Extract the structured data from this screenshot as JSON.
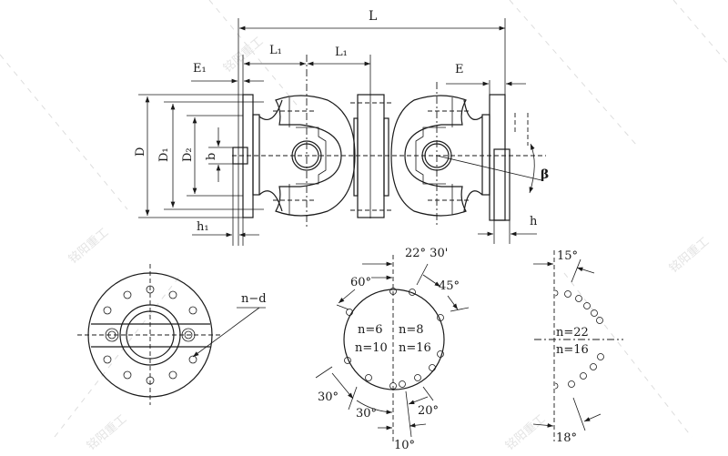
{
  "watermark": "铭阳重工",
  "main_view": {
    "L": "L",
    "L1_left": "L₁",
    "L1_right": "L₁",
    "E1": "E₁",
    "E": "E",
    "D": "D",
    "D1": "D₁",
    "D2": "D₂",
    "b": "b",
    "h1": "h₁",
    "h": "h",
    "beta": "β"
  },
  "flange_view": {
    "nd": "n−d"
  },
  "hole_pattern_1": {
    "angle_22_30": "22°  30'",
    "angle_60": "60°",
    "angle_45": "45°",
    "n6": "n=6",
    "n8": "n=8",
    "n10": "n=10",
    "n16": "n=16",
    "angle_30a": "30°",
    "angle_30b": "30°",
    "angle_20": "20°",
    "angle_10": "10°"
  },
  "hole_pattern_2": {
    "angle_15": "15°",
    "n22": "n=22",
    "n16": "n=16",
    "angle_18": "18°"
  }
}
